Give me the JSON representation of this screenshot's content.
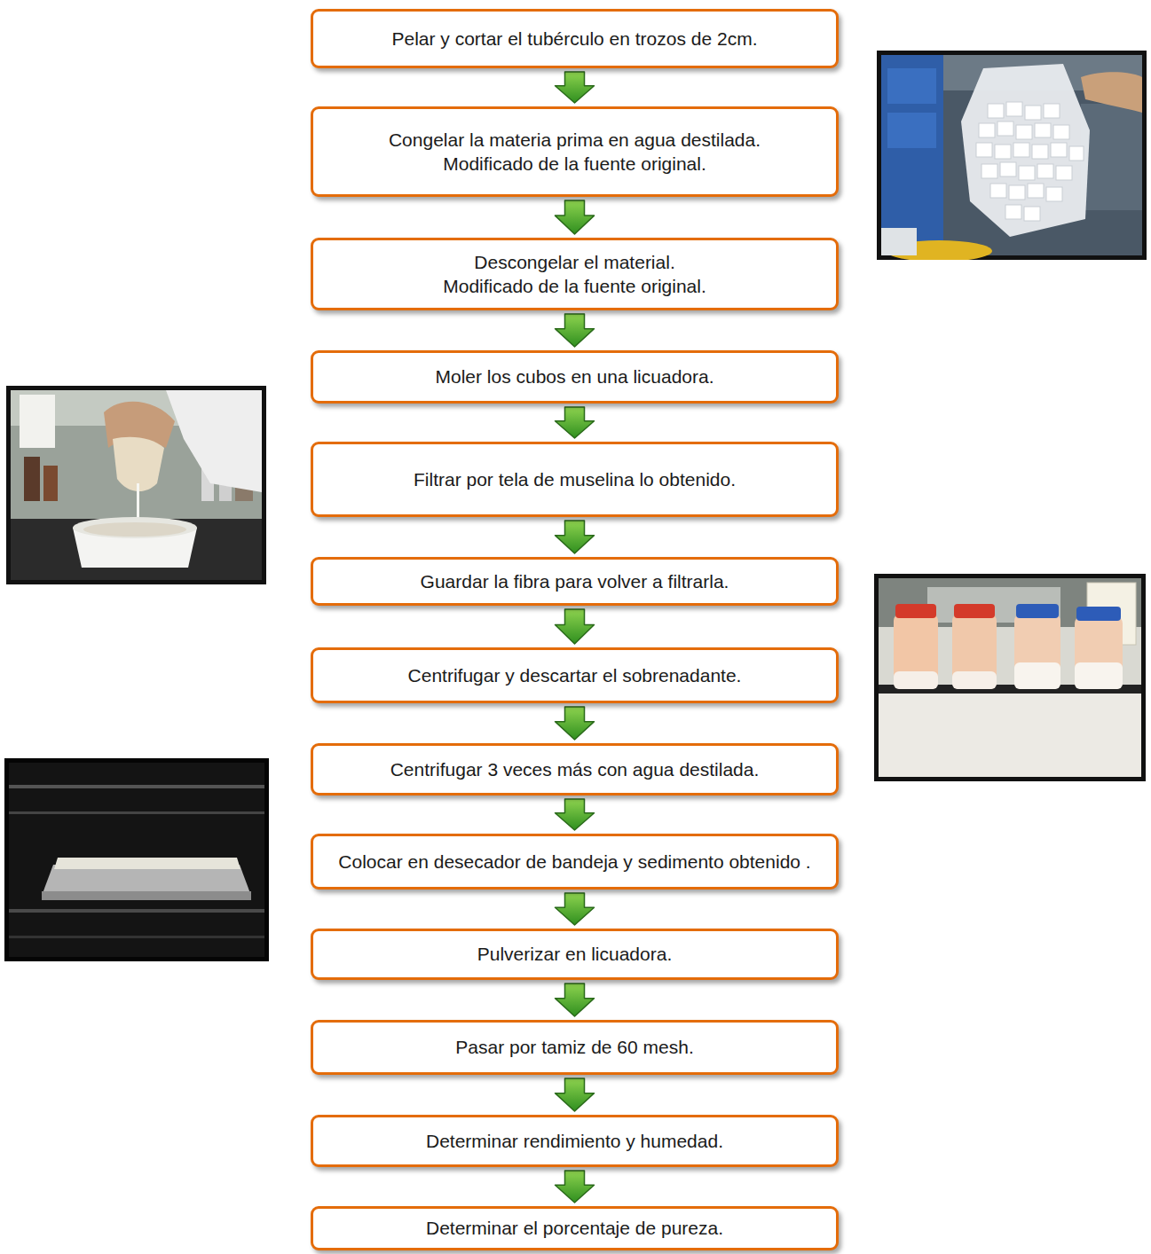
{
  "diagram": {
    "nodes": [
      {
        "text": [
          "Pelar y cortar el tubérculo en trozos de 2cm."
        ]
      },
      {
        "text": [
          "Congelar la materia prima en agua destilada.",
          "Modificado de la fuente original."
        ]
      },
      {
        "text": [
          "Descongelar el material.",
          "Modificado de la fuente original."
        ]
      },
      {
        "text": [
          "Moler los cubos en una licuadora."
        ]
      },
      {
        "text": [
          "Filtrar por tela de muselina lo obtenido."
        ]
      },
      {
        "text": [
          "Guardar la fibra para volver a filtrarla."
        ]
      },
      {
        "text": [
          "Centrifugar y descartar el sobrenadante."
        ]
      },
      {
        "text": [
          "Centrifugar 3 veces más con agua destilada."
        ]
      },
      {
        "text": [
          "Colocar en desecador de bandeja y sedimento obtenido ."
        ]
      },
      {
        "text": [
          "Pulverizar en licuadora."
        ]
      },
      {
        "text": [
          "Pasar por tamiz de 60 mesh."
        ]
      },
      {
        "text": [
          "Determinar rendimiento y humedad."
        ]
      },
      {
        "text": [
          "Determinar el porcentaje de pureza."
        ]
      }
    ],
    "edges": [
      {
        "from": 0,
        "to": 1,
        "arrow": "to"
      },
      {
        "from": 1,
        "to": 2,
        "arrow": "to"
      },
      {
        "from": 2,
        "to": 3,
        "arrow": "to"
      },
      {
        "from": 3,
        "to": 4,
        "arrow": "to"
      },
      {
        "from": 4,
        "to": 5,
        "arrow": "to"
      },
      {
        "from": 5,
        "to": 6,
        "arrow": "to"
      },
      {
        "from": 6,
        "to": 7,
        "arrow": "to"
      },
      {
        "from": 7,
        "to": 8,
        "arrow": "to"
      },
      {
        "from": 8,
        "to": 9,
        "arrow": "to"
      },
      {
        "from": 9,
        "to": 10,
        "arrow": "to"
      },
      {
        "from": 10,
        "to": 11,
        "arrow": "to"
      },
      {
        "from": 11,
        "to": 12,
        "arrow": "to"
      }
    ]
  }
}
